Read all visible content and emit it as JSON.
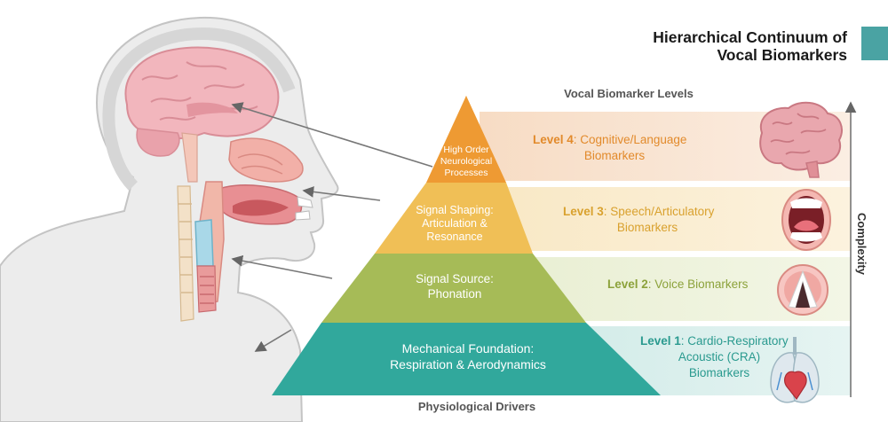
{
  "title": {
    "line1": "Hierarchical Continuum of",
    "line2": "Vocal Biomarkers"
  },
  "header": "Vocal Biomarker Levels",
  "footer": "Physiological Drivers",
  "axis_label": "Complexity",
  "colors": {
    "teal": "#31a89c",
    "green": "#a6bb57",
    "yellow": "#f0bf56",
    "orange": "#ee9a33",
    "accent_square": "#4aa3a3"
  },
  "levels": [
    {
      "number_label": "Level 4",
      "name_line1": "Cognitive/Language",
      "name_line2": "Biomarkers",
      "driver_line1": "High Order",
      "driver_line2": "Neurological",
      "driver_line3": "Processes",
      "icon": "brain-icon"
    },
    {
      "number_label": "Level 3",
      "name_line1": "Speech/Articulatory",
      "name_line2": "Biomarkers",
      "driver_line1": "Signal Shaping:",
      "driver_line2": "Articulation &",
      "driver_line3": "Resonance",
      "icon": "mouth-icon"
    },
    {
      "number_label": "Level 2",
      "name_line1": "Voice Biomarkers",
      "driver_line1": "Signal Source:",
      "driver_line2": "Phonation",
      "icon": "vocal-folds-icon"
    },
    {
      "number_label": "Level 1",
      "name_line1": "Cardio-Respiratory",
      "name_line2": "Acoustic (CRA)",
      "name_line3": "Biomarkers",
      "driver_line1": "Mechanical Foundation:",
      "driver_line2": "Respiration & Aerodynamics",
      "icon": "lungs-heart-icon"
    }
  ]
}
